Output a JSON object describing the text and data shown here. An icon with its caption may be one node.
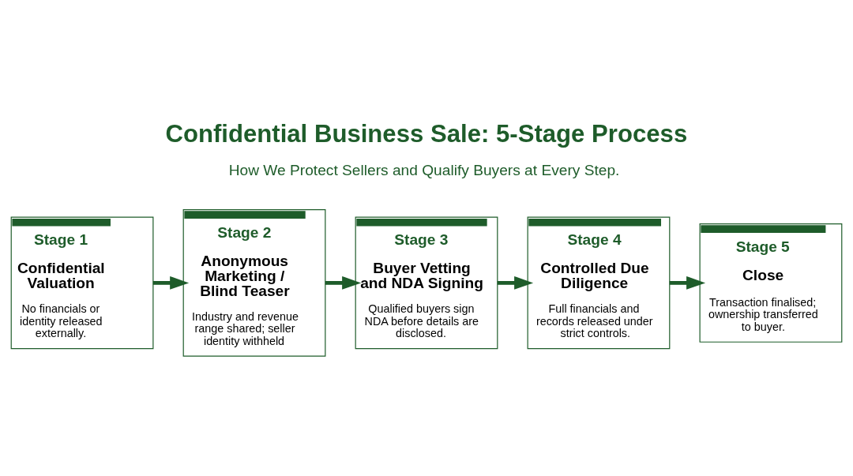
{
  "diagram": {
    "title": "Confidential Business Sale: 5-Stage Process",
    "nodes": [
      {
        "text": [
          "Stage 1",
          "Confidential Valuation",
          "No financials or identity released externally."
        ]
      },
      {
        "text": [
          "Stage 2",
          "Anonymous Marketing / Blind Teaser",
          "Industry and revenue range shared; seller identity withheld"
        ]
      },
      {
        "text": [
          "Stage 3",
          "Buyer Vetting and NDA Signing",
          "Qualified buyers sign NDA before details are disclosed."
        ]
      },
      {
        "text": [
          "Stage 4",
          "Controlled Due Diligence",
          "Full financials and records released under strict controls."
        ]
      },
      {
        "text": [
          "Stage 5",
          "Close",
          "Transaction finalised; ownership transferred to buyer."
        ]
      }
    ],
    "edges": [
      {
        "from": 0,
        "to": 1,
        "arrow": "to"
      },
      {
        "from": 1,
        "to": 2,
        "arrow": "to"
      },
      {
        "from": 2,
        "to": 3,
        "arrow": "to"
      },
      {
        "from": 3,
        "to": 4,
        "arrow": "to"
      }
    ],
    "labels": [
      "How We Protect Sellers and Qualify Buyers at Every Step."
    ]
  }
}
